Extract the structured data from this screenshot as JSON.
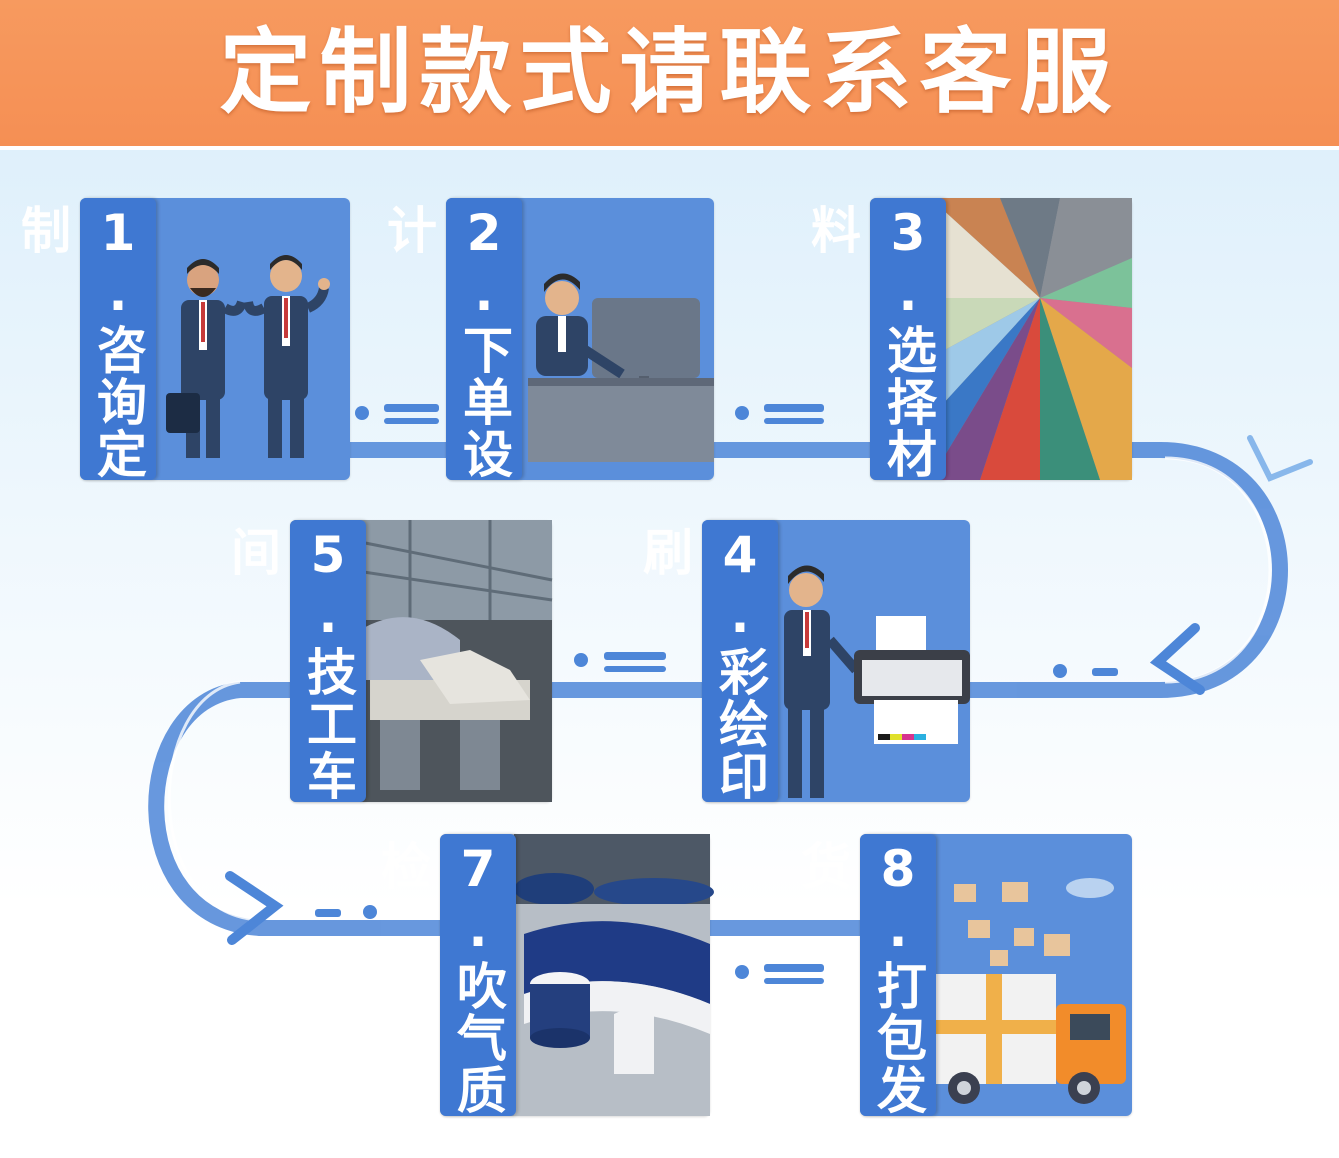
{
  "header": {
    "title": "定制款式请联系客服",
    "bg_color": "#f79a5f"
  },
  "colors": {
    "step_label": "#3f78d2",
    "panel": "#5b8fdb",
    "path": "#4d86d8"
  },
  "steps": [
    {
      "label": "1.咨询定制",
      "icon": "consultation-businessmen"
    },
    {
      "label": "2.下单设计",
      "icon": "designer-at-computer"
    },
    {
      "label": "3.选择材料",
      "icon": "fabric-swatch-fan"
    },
    {
      "label": "4.彩绘印刷",
      "icon": "printer-operator"
    },
    {
      "label": "5.技工车间",
      "icon": "sewing-workshop"
    },
    {
      "label": "7.吹气质检",
      "icon": "inflatable-inspection"
    },
    {
      "label": "8.打包发货",
      "icon": "delivery-truck"
    }
  ]
}
